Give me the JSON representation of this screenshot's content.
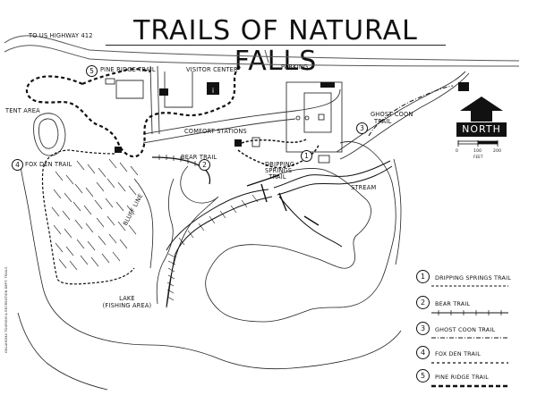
{
  "map": {
    "title": "TRAILS OF NATURAL FALLS",
    "labels": {
      "highway": "TO US HIGHWAY 412",
      "pine_ridge_trail": "PINE RIDGE TRAIL",
      "visitor_center": "VISITOR CENTER",
      "parking": "PARKING",
      "tent_area": "TENT AREA",
      "comfort_stations": "COMFORT STATIONS",
      "ghost_coon_trail_line1": "GHOST COON",
      "ghost_coon_trail_line2": "TRAIL",
      "fox_den_trail": "FOX DEN TRAIL",
      "bear_trail": "BEAR TRAIL",
      "dripping_springs_line1": "DRIPPING",
      "dripping_springs_line2": "SPRINGS",
      "dripping_springs_line3": "TRAIL",
      "stream": "STREAM",
      "bluff_line": "BLUFF LINE",
      "lake_line1": "LAKE",
      "lake_line2": "(FISHING AREA)",
      "north": "NORTH",
      "info_icon": "i̤",
      "vertical_credit": "OKLAHOMA TOURISM & RECREATION DEPT. TRAILS"
    },
    "scale": {
      "ticks": [
        "0",
        "100",
        "200"
      ],
      "unit": "FEET"
    },
    "trail_markers": [
      {
        "number": "1",
        "name": "dripping-springs"
      },
      {
        "number": "2",
        "name": "bear"
      },
      {
        "number": "3",
        "name": "ghost-coon"
      },
      {
        "number": "4",
        "name": "fox-den"
      },
      {
        "number": "5",
        "name": "pine-ridge"
      }
    ],
    "legend": [
      {
        "number": "1",
        "label": "DRIPPING SPRINGS TRAIL",
        "line_style": "thin-dashed"
      },
      {
        "number": "2",
        "label": "BEAR TRAIL",
        "line_style": "tick-marked"
      },
      {
        "number": "3",
        "label": "GHOST COON TRAIL",
        "line_style": "dash-dot"
      },
      {
        "number": "4",
        "label": "FOX DEN TRAIL",
        "line_style": "dashed"
      },
      {
        "number": "5",
        "label": "PINE RIDGE TRAIL",
        "line_style": "thick-dashed"
      }
    ],
    "colors": {
      "ink": "#111111",
      "paper": "#ffffff",
      "road": "#555555"
    }
  }
}
